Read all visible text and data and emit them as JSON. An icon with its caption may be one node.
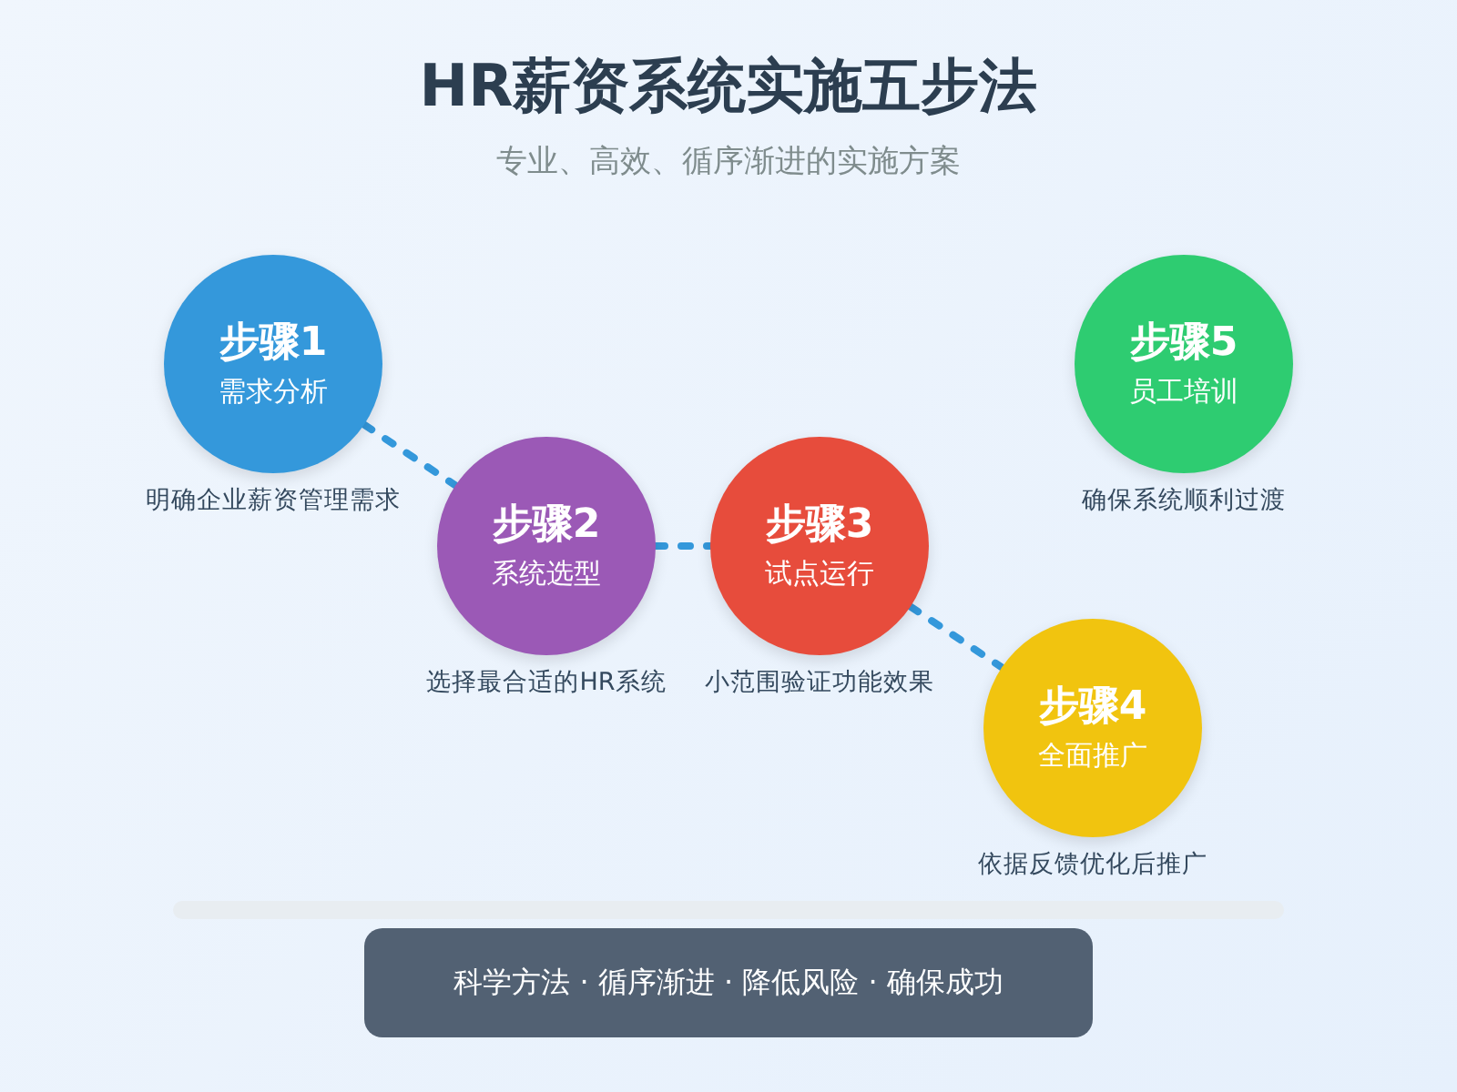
{
  "diagram": {
    "title": "HR薪资系统实施五步法",
    "caption": "专业、高效、循序渐进的实施方案",
    "nodes": [
      {
        "text": [
          "步骤1",
          "需求分析"
        ],
        "beside": [
          "明确企业薪资管理需求"
        ]
      },
      {
        "text": [
          "步骤2",
          "系统选型"
        ],
        "beside": [
          "选择最合适的HR系统"
        ]
      },
      {
        "text": [
          "步骤3",
          "试点运行"
        ],
        "beside": [
          "小范围验证功能效果"
        ]
      },
      {
        "text": [
          "步骤4",
          "全面推广"
        ],
        "beside": [
          "依据反馈优化后推广"
        ]
      },
      {
        "text": [
          "步骤5",
          "员工培训"
        ],
        "beside": [
          "确保系统顺利过渡"
        ]
      },
      {
        "text": [
          "科学方法 · 循序渐进 · 降低风险 · 确保成功"
        ]
      }
    ],
    "edges": [
      {
        "from": 0,
        "to": 1,
        "arrow": "none",
        "style": "dashed"
      },
      {
        "from": 1,
        "to": 2,
        "arrow": "none",
        "style": "dashed"
      },
      {
        "from": 2,
        "to": 3,
        "arrow": "none",
        "style": "dashed"
      }
    ]
  }
}
